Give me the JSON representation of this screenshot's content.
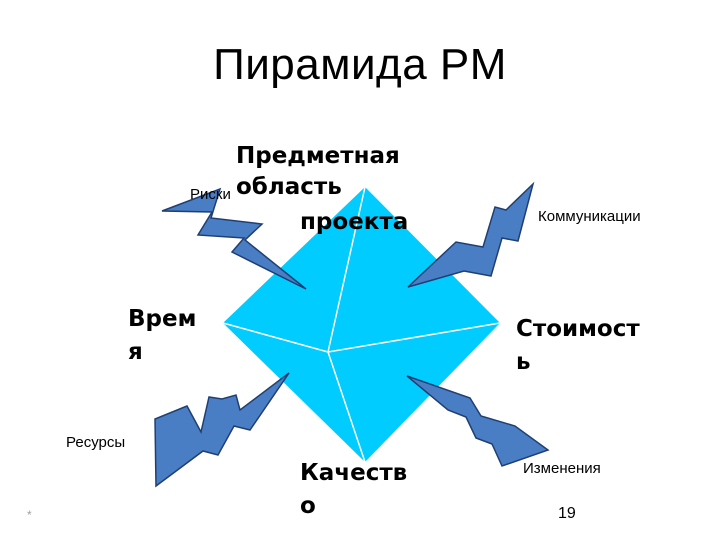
{
  "title": "Пирамида PM",
  "top_label_line1": "Предметная",
  "top_label_line2": "область",
  "top_label_line3": "проекта",
  "left_label_line1": "Врем",
  "left_label_line2": "я",
  "right_label_line1": "Стоимост",
  "right_label_line2": "ь",
  "bottom_label_line1": "Качеств",
  "bottom_label_line2": "о",
  "risks": "Риски",
  "communications": "Коммуникации",
  "resources": "Ресурсы",
  "changes": "Изменения",
  "footer_mark": "*",
  "page_number": "19",
  "colors": {
    "pyramid": "#00CCFF",
    "pyramid_edge": "#FFFFFF",
    "bolt_fill": "#4A7EC4",
    "bolt_stroke": "#1F3F73"
  }
}
